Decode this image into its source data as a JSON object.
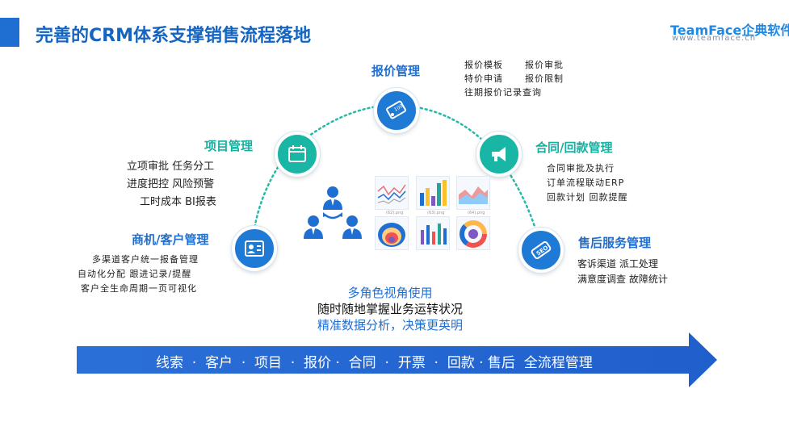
{
  "header": {
    "title": "完善的CRM体系支撑销售流程落地",
    "brand_name": "TeamFace企典软件",
    "brand_url": "www.teamface.cn"
  },
  "colors": {
    "primary_blue": "#1f6fd3",
    "teal": "#19b6a6",
    "arrow_blue": "#2467d6"
  },
  "nodes": {
    "quote": {
      "title": "报价管理",
      "icon": "price-tag-icon",
      "details": [
        "报价模板",
        "报价审批",
        "特价申请",
        "报价限制",
        "往期报价记录查询"
      ]
    },
    "project": {
      "title": "项目管理",
      "icon": "calendar-icon",
      "details": [
        "立项审批 任务分工",
        "进度把控 风险预警",
        "工时成本 BI报表"
      ]
    },
    "opportunity": {
      "title": "商机/客户管理",
      "icon": "contact-card-icon",
      "details": [
        "多渠道客户统一报备管理",
        "自动化分配  跟进记录/提醒",
        "客户全生命周期一页可视化"
      ]
    },
    "contract": {
      "title": "合同/回款管理",
      "icon": "megaphone-icon",
      "details": [
        "合同审批及执行",
        "订单流程联动ERP",
        "回款计划 回款提醒"
      ]
    },
    "service": {
      "title": "售后服务管理",
      "icon": "seo-tag-icon",
      "details": [
        "客诉渠道 派工处理",
        "满意度调查 故障统计"
      ]
    }
  },
  "center": {
    "line1": "多角色视角使用",
    "line2": "随时随地掌握业务运转状况",
    "line3": "精准数据分析，决策更英明",
    "icon": "team-hierarchy-icon",
    "thumb_captions": [
      "(62).png",
      "(63).png",
      "(64).png"
    ]
  },
  "flow_arrow": {
    "text": "线索  ·  客户  ·  项目  ·  报价 ·  合同  ·  开票  ·  回款 · 售后  全流程管理"
  }
}
